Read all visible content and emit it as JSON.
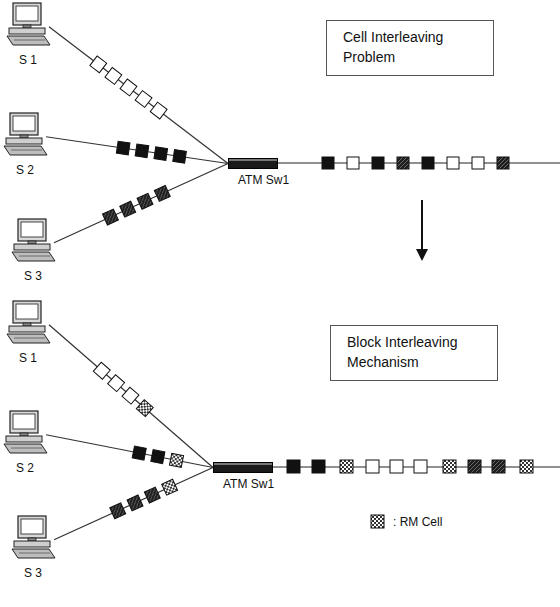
{
  "diagram": {
    "nodes": [
      {
        "text": [
          "S 1"
        ]
      },
      {
        "text": [
          "S 2"
        ]
      },
      {
        "text": [
          "S 3"
        ]
      },
      {
        "text": [
          "ATM Sw1"
        ]
      },
      {
        "text": [
          "Cell Interleaving Problem"
        ]
      },
      {
        "text": [
          "S 1"
        ]
      },
      {
        "text": [
          "S 2"
        ]
      },
      {
        "text": [
          "S 3"
        ]
      },
      {
        "text": [
          "ATM Sw1"
        ]
      },
      {
        "text": [
          "Block Interleaving Mechanism"
        ]
      }
    ],
    "edges": [
      {
        "from": 0,
        "to": 3,
        "arrow": "none"
      },
      {
        "from": 1,
        "to": 3,
        "arrow": "none"
      },
      {
        "from": 2,
        "to": 3,
        "arrow": "none"
      },
      {
        "from": 5,
        "to": 8,
        "arrow": "none"
      },
      {
        "from": 6,
        "to": 8,
        "arrow": "none"
      },
      {
        "from": 7,
        "to": 8,
        "arrow": "none"
      }
    ],
    "legend": [
      {
        "text": ": RM Cell"
      }
    ]
  }
}
